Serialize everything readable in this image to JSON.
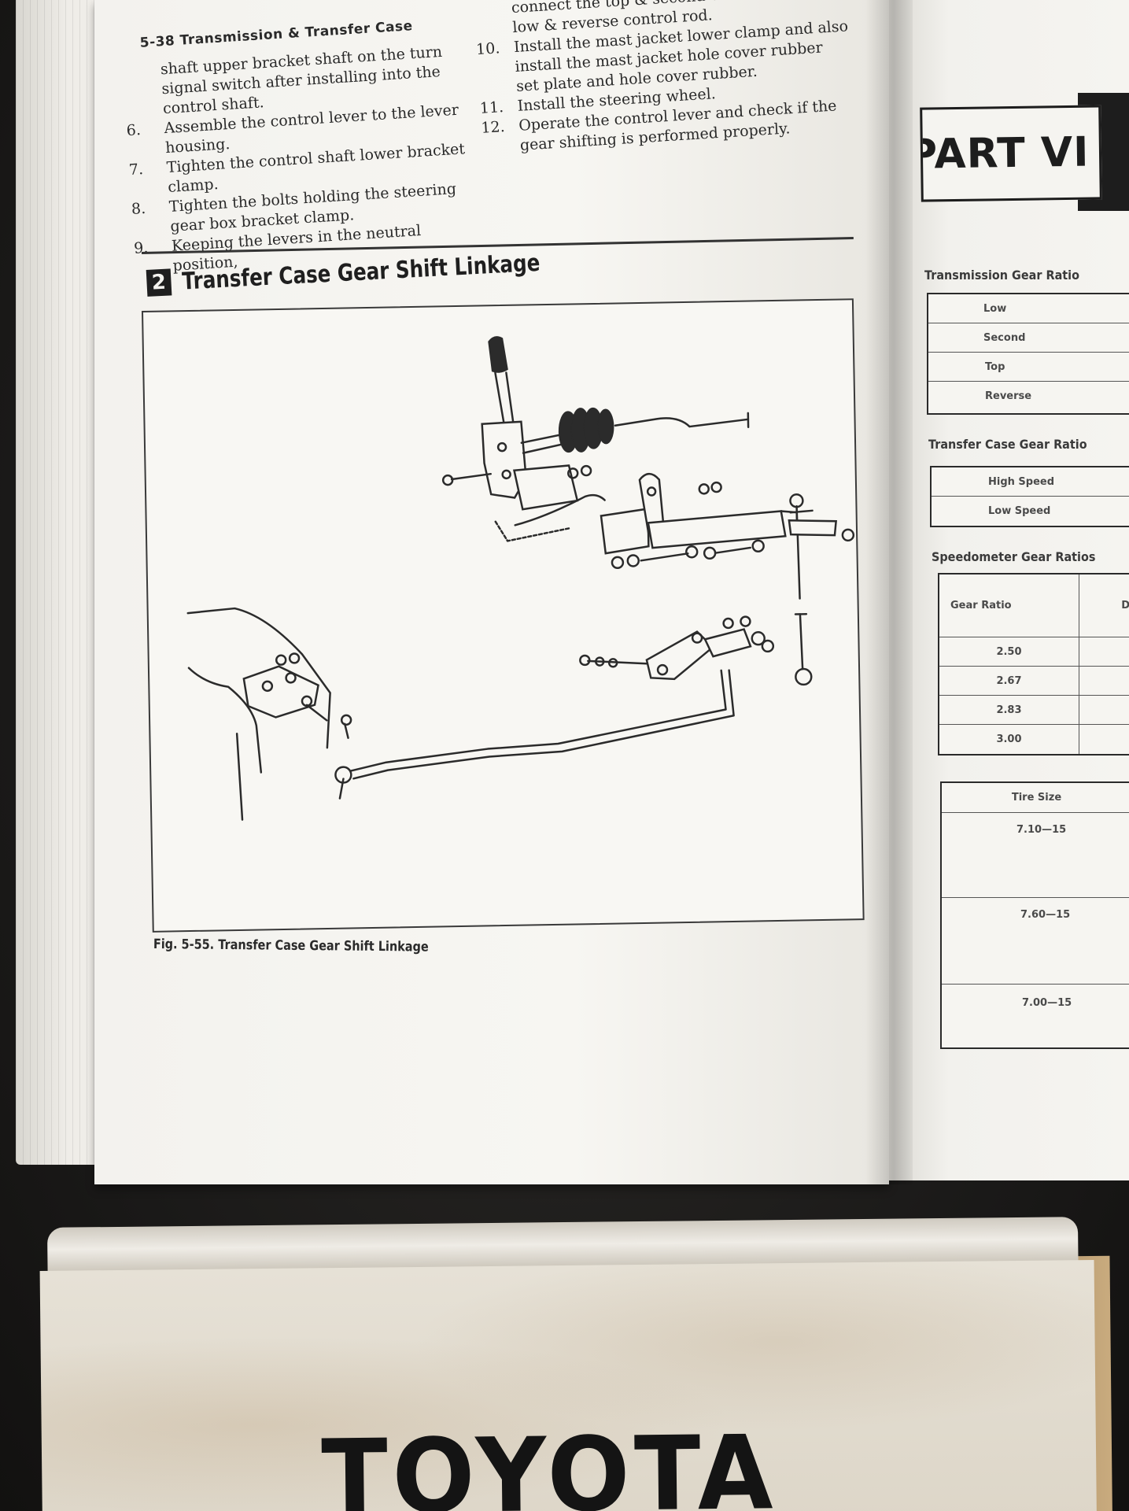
{
  "left_page": {
    "running_head": "5-38  Transmission & Transfer Case",
    "left_column": [
      {
        "num": "",
        "text": "shaft upper bracket shaft on the turn signal switch after installing into the control shaft."
      },
      {
        "num": "6.",
        "text": "Assemble the control lever to the lever housing."
      },
      {
        "num": "7.",
        "text": "Tighten the control shaft lower bracket clamp."
      },
      {
        "num": "8.",
        "text": "Tighten the bolts holding the steering gear box bracket clamp."
      },
      {
        "num": "9.",
        "text": "Keeping the levers in the neutral position,"
      }
    ],
    "right_column": [
      {
        "num": "",
        "text": "connect the top & second control rod and low & reverse control rod."
      },
      {
        "num": "10.",
        "text": "Install the mast jacket lower clamp and also install the mast jacket hole cover rubber set plate and hole cover rubber."
      },
      {
        "num": "11.",
        "text": "Install the steering wheel."
      },
      {
        "num": "12.",
        "text": "Operate the control lever and check if the gear shifting is performed properly."
      }
    ],
    "section": {
      "number": "2",
      "title": "Transfer Case Gear Shift Linkage"
    },
    "figure_caption": "Fig. 5-55.  Transfer Case Gear Shift Linkage"
  },
  "right_page": {
    "part_label": "PART VI",
    "transmission_heading": "Transmission Gear Ratio",
    "transmission_rows": [
      "Low",
      "Second",
      "Top",
      "Reverse"
    ],
    "transfer_heading": "Transfer Case Gear Ratio",
    "transfer_rows": [
      "High Speed",
      "Low Speed"
    ],
    "speedometer_heading": "Speedometer Gear Ratios",
    "speedometer_col_header": "Gear Ratio",
    "speedometer_col2_header": "D",
    "speedometer_rows": [
      "2.50",
      "2.67",
      "2.83",
      "3.00"
    ],
    "tire_heading": "Tire Size",
    "tire_rows": [
      "7.10—15",
      "7.60—15",
      "7.00—15"
    ]
  },
  "cover": {
    "title": "TOYOTA"
  }
}
